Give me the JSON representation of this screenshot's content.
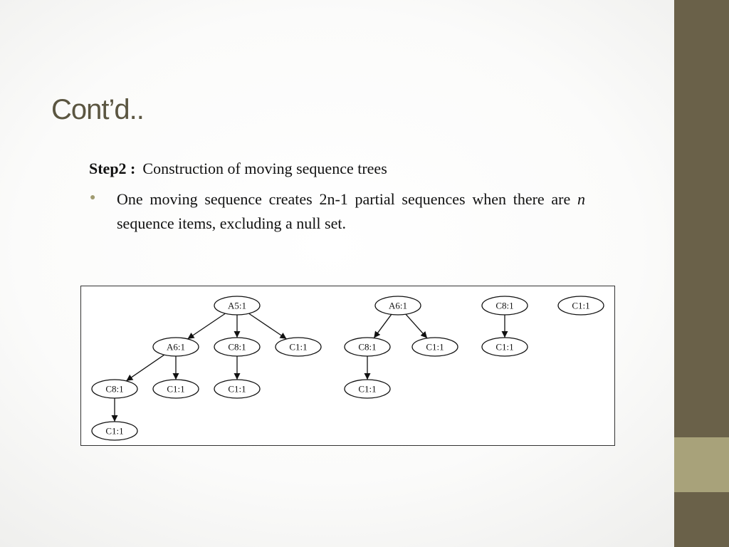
{
  "slide": {
    "title": "Cont’d..",
    "step_label": "Step2 :",
    "step_text": "Construction of moving sequence trees",
    "bullet": {
      "before": "One moving sequence creates 2n-1 partial sequences when there are ",
      "var": "n",
      "after": " sequence items, excluding a null set."
    }
  },
  "colors": {
    "sidebar": "#6a6149",
    "sidebar_accent": "#a8a27a",
    "title": "#5b5641",
    "bullet": "#a09b70"
  },
  "diagram": {
    "nodes": [
      {
        "id": "t1_root",
        "label": "A5:1"
      },
      {
        "id": "t1_a6",
        "label": "A6:1"
      },
      {
        "id": "t1_c8",
        "label": "C8:1"
      },
      {
        "id": "t1_c1",
        "label": "C1:1"
      },
      {
        "id": "t1_a6_c8",
        "label": "C8:1"
      },
      {
        "id": "t1_a6_c1",
        "label": "C1:1"
      },
      {
        "id": "t1_c8_c1",
        "label": "C1:1"
      },
      {
        "id": "t1_a6_c8_c1",
        "label": "C1:1"
      },
      {
        "id": "t2_root",
        "label": "A6:1"
      },
      {
        "id": "t2_c8",
        "label": "C8:1"
      },
      {
        "id": "t2_c1",
        "label": "C1:1"
      },
      {
        "id": "t2_c8_c1",
        "label": "C1:1"
      },
      {
        "id": "t3_root",
        "label": "C8:1"
      },
      {
        "id": "t3_c1",
        "label": "C1:1"
      },
      {
        "id": "t4_root",
        "label": "C1:1"
      }
    ],
    "edges": [
      [
        "t1_root",
        "t1_a6"
      ],
      [
        "t1_root",
        "t1_c8"
      ],
      [
        "t1_root",
        "t1_c1"
      ],
      [
        "t1_a6",
        "t1_a6_c8"
      ],
      [
        "t1_a6",
        "t1_a6_c1"
      ],
      [
        "t1_c8",
        "t1_c8_c1"
      ],
      [
        "t1_a6_c8",
        "t1_a6_c8_c1"
      ],
      [
        "t2_root",
        "t2_c8"
      ],
      [
        "t2_root",
        "t2_c1"
      ],
      [
        "t2_c8",
        "t2_c8_c1"
      ],
      [
        "t3_root",
        "t3_c1"
      ]
    ]
  }
}
